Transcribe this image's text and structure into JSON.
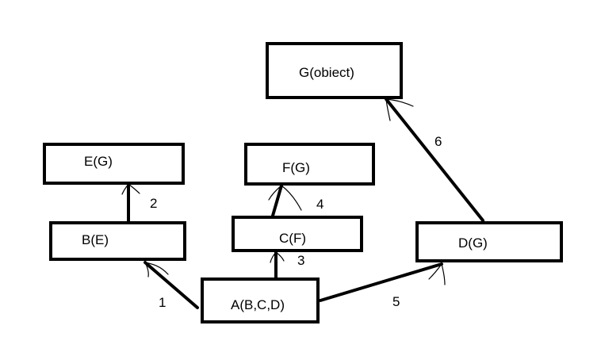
{
  "nodes": {
    "G": "G(obiect)",
    "E": "E(G)",
    "F": "F(G)",
    "B": "B(E)",
    "C": "C(F)",
    "D": "D(G)",
    "A": "A(B,C,D)"
  },
  "edges": {
    "1": "1",
    "2": "2",
    "3": "3",
    "4": "4",
    "5": "5",
    "6": "6"
  },
  "colors": {
    "stroke": "#000000",
    "background": "#ffffff"
  }
}
